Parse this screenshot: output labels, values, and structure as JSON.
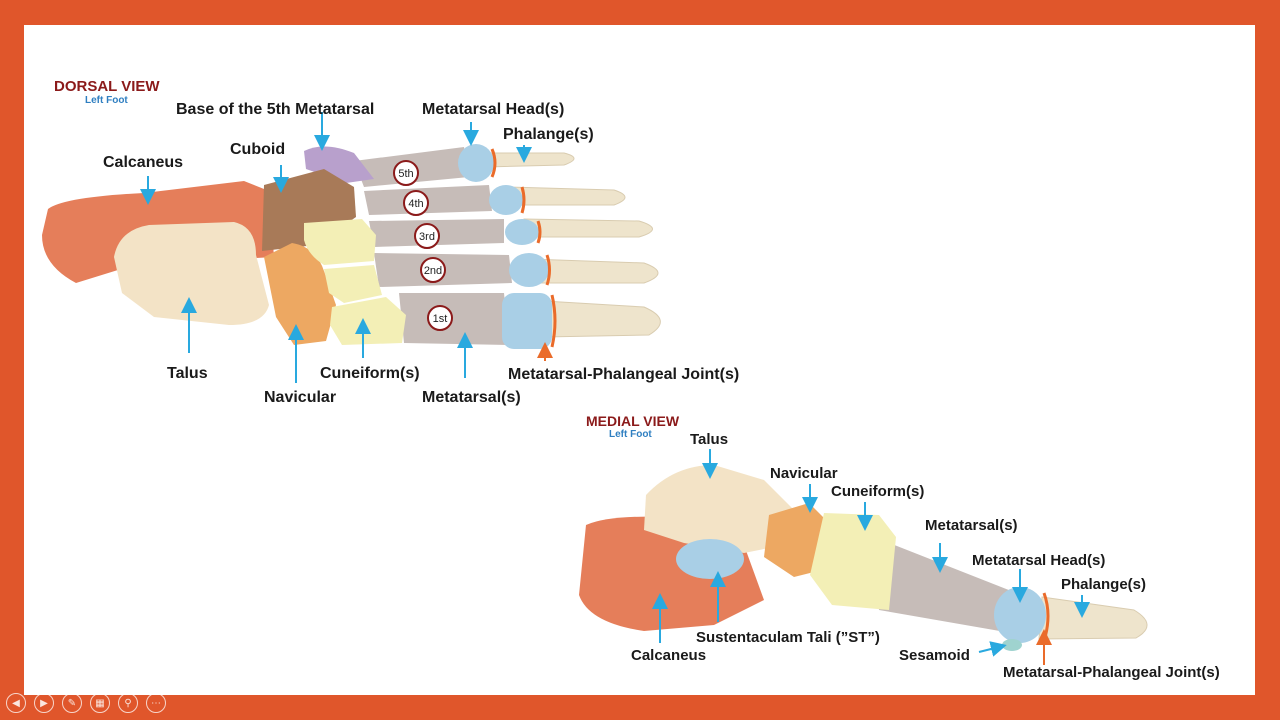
{
  "dorsal": {
    "title": "DORSAL VIEW",
    "subtitle": "Left Foot",
    "labels": {
      "base_5th": "Base of the 5th Metatarsal",
      "met_heads": "Metatarsal Head(s)",
      "phalanges": "Phalange(s)",
      "cuboid": "Cuboid",
      "calcaneus": "Calcaneus",
      "talus": "Talus",
      "navicular": "Navicular",
      "cuneiforms": "Cuneiform(s)",
      "metatarsals": "Metatarsal(s)",
      "mtp_joint": "Metatarsal-Phalangeal Joint(s)"
    },
    "digits": [
      "5th",
      "4th",
      "3rd",
      "2nd",
      "1st"
    ]
  },
  "medial": {
    "title": "MEDIAL VIEW",
    "subtitle": "Left Foot",
    "labels": {
      "talus": "Talus",
      "navicular": "Navicular",
      "cuneiforms": "Cuneiform(s)",
      "metatarsals": "Metatarsal(s)",
      "met_heads": "Metatarsal Head(s)",
      "phalanges": "Phalange(s)",
      "calcaneus": "Calcaneus",
      "sustentaculum": "Sustentaculam Tali (”ST”)",
      "sesamoid": "Sesamoid",
      "mtp_joint": "Metatarsal-Phalangeal Joint(s)"
    }
  },
  "colors": {
    "calcaneus": "#e57e5a",
    "talus": "#f3e3c6",
    "cuboid": "#a87a58",
    "navicular": "#eda862",
    "cuneiform": "#f3efb6",
    "metatarsal": "#c6bcb8",
    "met_head": "#a9cfe6",
    "phalange": "#eee4cc",
    "base_5th": "#b8a0cc",
    "arrow_blue": "#29a9df",
    "arrow_orange": "#ea6b2a",
    "border": "#e0562b"
  },
  "toolbar": [
    "previous-icon",
    "next-icon",
    "pen-icon",
    "slides-icon",
    "zoom-icon",
    "more-icon"
  ]
}
